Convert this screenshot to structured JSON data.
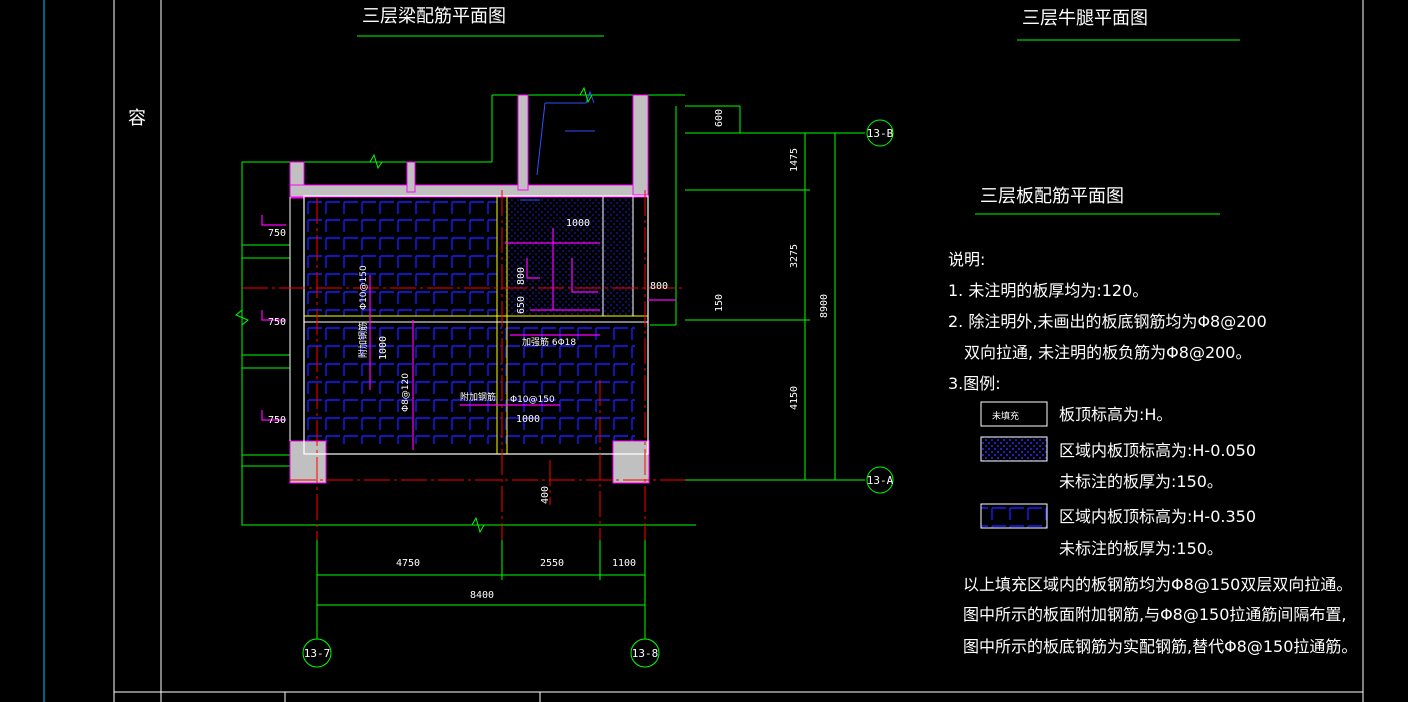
{
  "side_label": "容",
  "titles": {
    "beam_plan": "三层梁配筋平面图",
    "corbel_plan": "三层牛腿平面图",
    "slab_plan": "三层板配筋平面图"
  },
  "axes": {
    "top_right": "13-B",
    "bottom_right": "13-A",
    "bottom_left": "13-7",
    "bottom_mid": "13-8"
  },
  "dimensions": {
    "left_750_1": "750",
    "left_750_2": "750",
    "left_750_3": "750",
    "right_600": "600",
    "right_1475": "1475",
    "right_3275": "3275",
    "right_150": "150",
    "right_4150": "4150",
    "right_8900": "8900",
    "inner_800_right": "800",
    "inner_1000_top": "1000",
    "inner_800_v": "800",
    "inner_650": "650",
    "inner_1000_mid": "1000",
    "inner_1000_low": "1000",
    "below_400": "400",
    "bottom_4750": "4750",
    "bottom_2550": "2550",
    "bottom_1100": "1100",
    "bottom_8400": "8400"
  },
  "rebar_labels": {
    "phi10_150_v": "Φ10@150",
    "phi8_120_v": "Φ8@120",
    "add_rebar_v": "附加钢筋",
    "add_rebar_h": "附加钢筋",
    "add_rebar_618": "加强筋 6Φ18",
    "phi10_150_h": "Φ10@150"
  },
  "notes": {
    "heading": "说明:",
    "n1": "1. 未注明的板厚均为:120。",
    "n2a": "2. 除注明外,未画出的板底钢筋均为Φ8@200",
    "n2b": "双向拉通, 未注明的板负筋为Φ8@200。",
    "n3": "3.图例:",
    "legend_box1": "未填充",
    "legend1": "板顶标高为:H。",
    "legend2a": "区域内板顶标高为:H-0.050",
    "legend2b": "未标注的板厚为:150。",
    "legend3a": "区域内板顶标高为:H-0.350",
    "legend3b": "未标注的板厚为:150。",
    "foot1": "以上填充区域内的板钢筋均为Φ8@150双层双向拉通。",
    "foot2": "图中所示的板面附加钢筋,与Φ8@150拉通筋间隔布置,",
    "foot3": "图中所示的板底钢筋为实配钢筋,替代Φ8@150拉通筋。"
  },
  "colors": {
    "background": "#000000",
    "frame": "#ffffff",
    "green": "#00ff00",
    "magenta": "#ff00ff",
    "red": "#ff0000",
    "blue": "#0000ff",
    "yellow": "#ffff00",
    "cyan": "#00ffff",
    "wall": "#c0c0c0"
  }
}
